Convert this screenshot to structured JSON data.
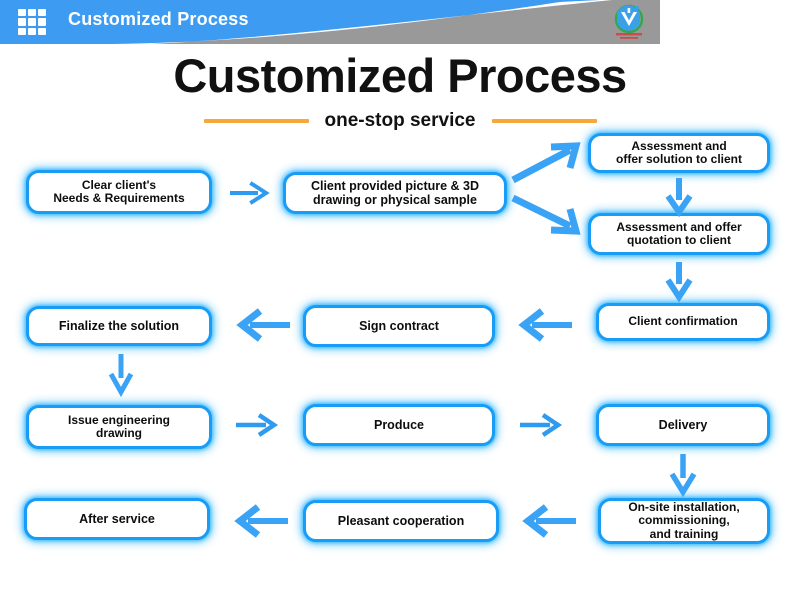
{
  "header": {
    "title": "Customized Process",
    "grid_icon": "grid-apps-icon",
    "logo_icon": "company-logo-icon",
    "bar_color": "#3d9cf2",
    "gray_color": "#999999"
  },
  "title_block": {
    "title": "Customized Process",
    "subtitle": "one-stop service",
    "rule_color": "#f6a93b"
  },
  "theme": {
    "box_border": "#189cf5",
    "box_glow": "#5ccfff",
    "arrow_color": "#2e9bf0",
    "box_fill": "#ffffff",
    "text_color": "#0d0d0d"
  },
  "flow": {
    "boxes": [
      {
        "id": "clear-needs",
        "label": "Clear client's\nNeeds & Requirements",
        "font_size": 12
      },
      {
        "id": "client-provided",
        "label": "Client provided picture & 3D\ndrawing or physical sample",
        "font_size": 12
      },
      {
        "id": "assessment-solution",
        "label": "Assessment and\noffer solution to client",
        "font_size": 12
      },
      {
        "id": "assessment-quote",
        "label": "Assessment and offer\nquotation to client",
        "font_size": 12
      },
      {
        "id": "client-confirmation",
        "label": "Client confirmation",
        "font_size": 12
      },
      {
        "id": "sign-contract",
        "label": "Sign contract",
        "font_size": 12
      },
      {
        "id": "finalize-solution",
        "label": "Finalize the solution",
        "font_size": 12
      },
      {
        "id": "issue-drawing",
        "label": "Issue engineering\ndrawing",
        "font_size": 12
      },
      {
        "id": "produce",
        "label": "Produce",
        "font_size": 12
      },
      {
        "id": "delivery",
        "label": "Delivery",
        "font_size": 12
      },
      {
        "id": "onsite-install",
        "label": "On-site installation,\ncommissioning,\nand training",
        "font_size": 12
      },
      {
        "id": "pleasant-coop",
        "label": "Pleasant cooperation",
        "font_size": 12
      },
      {
        "id": "after-service",
        "label": "After service",
        "font_size": 12
      }
    ],
    "arrows": [
      {
        "id": "a1",
        "from": "clear-needs",
        "to": "client-provided",
        "direction": "right"
      },
      {
        "id": "a2",
        "from": "client-provided",
        "to": "assessment-solution",
        "direction": "up-right"
      },
      {
        "id": "a3",
        "from": "client-provided",
        "to": "assessment-quote",
        "direction": "down-right"
      },
      {
        "id": "a4",
        "from": "assessment-solution",
        "to": "assessment-quote",
        "direction": "down"
      },
      {
        "id": "a5",
        "from": "assessment-quote",
        "to": "client-confirmation",
        "direction": "down"
      },
      {
        "id": "a6",
        "from": "client-confirmation",
        "to": "sign-contract",
        "direction": "left"
      },
      {
        "id": "a7",
        "from": "sign-contract",
        "to": "finalize-solution",
        "direction": "left"
      },
      {
        "id": "a8",
        "from": "finalize-solution",
        "to": "issue-drawing",
        "direction": "down"
      },
      {
        "id": "a9",
        "from": "issue-drawing",
        "to": "produce",
        "direction": "right"
      },
      {
        "id": "a10",
        "from": "produce",
        "to": "delivery",
        "direction": "right"
      },
      {
        "id": "a11",
        "from": "delivery",
        "to": "onsite-install",
        "direction": "down"
      },
      {
        "id": "a12",
        "from": "onsite-install",
        "to": "pleasant-coop",
        "direction": "left"
      },
      {
        "id": "a13",
        "from": "pleasant-coop",
        "to": "after-service",
        "direction": "left"
      }
    ]
  }
}
